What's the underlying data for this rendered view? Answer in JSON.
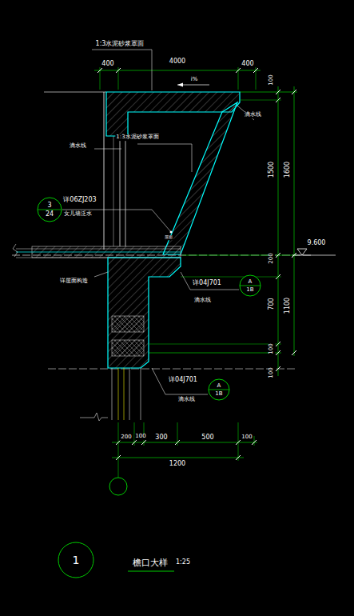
{
  "diagram": {
    "title": "檐口大样",
    "nodes": [
      {
        "text": [
          "3",
          "24"
        ]
      },
      {
        "text": [
          "A",
          "1B"
        ]
      },
      {
        "text": [
          "A",
          "1B"
        ]
      },
      {
        "text": [
          "1"
        ]
      }
    ],
    "labels": [
      "1:3水泥砂浆罩面",
      "400",
      "4000",
      "400",
      "i%",
      "100",
      "滴水线",
      "滴水线",
      "1:3水泥砂浆罩面",
      "1500",
      "1600",
      "详06ZJ203",
      "女儿墙泛水",
      "屋面",
      "9.600",
      "200",
      "1100",
      "详屋面构造",
      "详04J701",
      "滴水线",
      "700",
      "100",
      "100",
      "详04J701",
      "滴水线",
      "200",
      "100",
      "300",
      "500",
      "100",
      "1200",
      "1:25"
    ]
  }
}
